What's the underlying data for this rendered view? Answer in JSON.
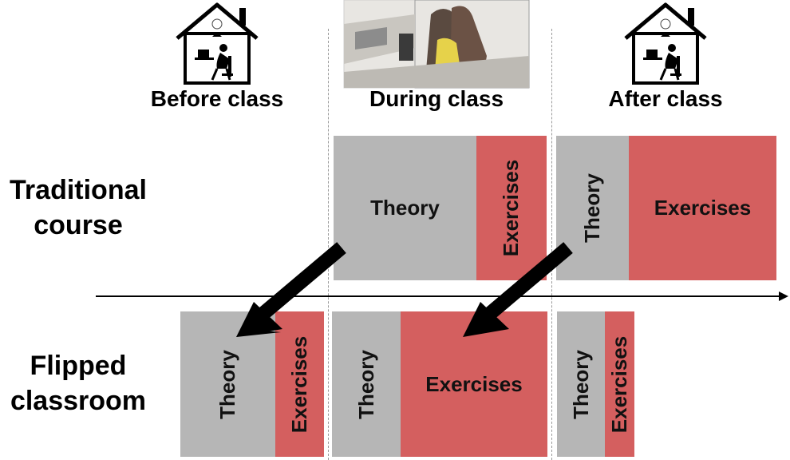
{
  "headers": {
    "before": "Before class",
    "during": "During class",
    "after": "After class"
  },
  "rows": {
    "traditional": "Traditional course",
    "flipped": "Flipped classroom"
  },
  "blocks": {
    "theory": "Theory",
    "exercises": "Exercises"
  },
  "colors": {
    "theory": "#b6b6b6",
    "exercises": "#d45f5f"
  },
  "icons": {
    "before": "home-study-icon",
    "during": "classroom-photo",
    "after": "home-study-icon"
  }
}
